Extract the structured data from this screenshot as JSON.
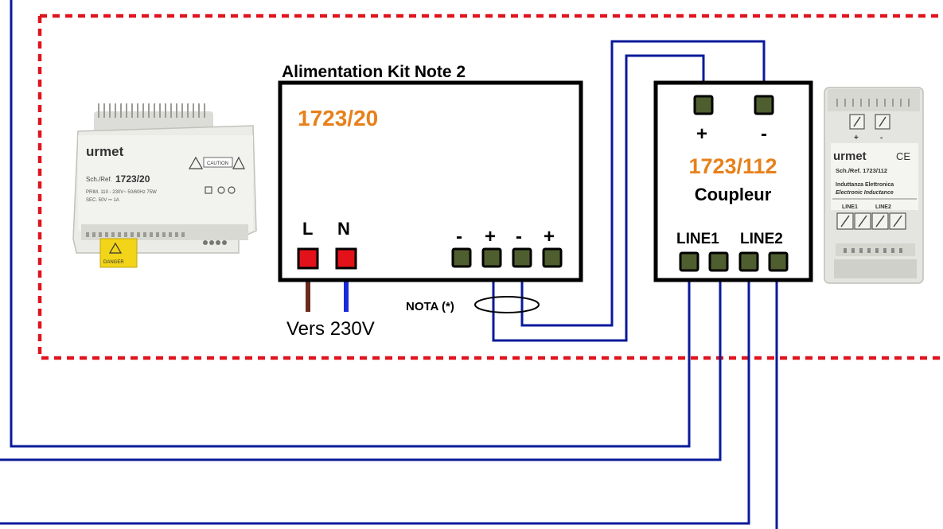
{
  "colors": {
    "wire": "#0a1a9a",
    "dashed_border": "#e0141e",
    "orange": "#e8801a",
    "terminal_green": "#4f5e2f",
    "terminal_red": "#e3121a",
    "brown_wire": "#6b2a1e",
    "blue_wire": "#1b2ad8",
    "text": "#000000"
  },
  "power_supply": {
    "title": "Alimentation Kit Note 2",
    "code": "1723/20",
    "terminal_L": "L",
    "terminal_N": "N",
    "terminals": [
      "-",
      "+",
      "-",
      "+"
    ],
    "mains_label": "Vers 230V",
    "nota": "NOTA (*)"
  },
  "coupler": {
    "code": "1723/112",
    "name": "Coupleur",
    "plus": "+",
    "minus": "-",
    "line1": "LINE1",
    "line2": "LINE2"
  },
  "photo_power": {
    "brand": "urmet",
    "ref_prefix": "Sch./Ref.",
    "ref": "1723/20",
    "prim": "PRIM. 110 - 230V~ 50/60Hz 75W",
    "sec": "SEC. 50V ⎓ 1A",
    "caution": "CAUTION",
    "danger": "DANGER"
  },
  "photo_coupler": {
    "brand": "urmet",
    "ce": "CE",
    "ref": "Sch./Ref. 1723/112",
    "desc_it": "Induttanza Elettronica",
    "desc_en": "Electronic Inductance",
    "line1": "LINE1",
    "line2": "LINE2",
    "plus": "+",
    "minus": "-"
  }
}
